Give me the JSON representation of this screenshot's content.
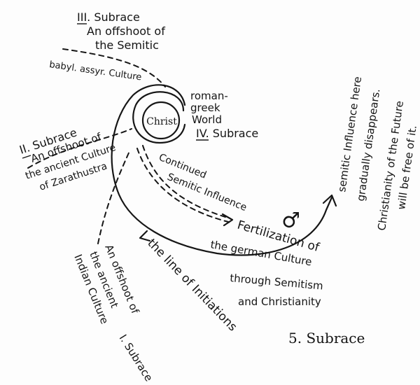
{
  "diagram": {
    "center": {
      "label": "Christ"
    },
    "roman_greek": {
      "line1": "roman-",
      "line2": "greek",
      "line3": "World",
      "subrace": "IV. Subrace"
    },
    "subrace3": {
      "subrace": "III. Subrace",
      "line1": "An offshoot of",
      "line2": "the Semitic",
      "culture": "babyl. assyr. Culture"
    },
    "subrace2": {
      "subrace": "II. Subrace",
      "line1": "An offshoot of",
      "line2": "the ancient Culture",
      "line3": "of Zarathustra"
    },
    "subrace1": {
      "line1": "An offshoot of",
      "line2": "the ancient",
      "line3": "Indian Culture",
      "subrace": "I. Subrace"
    },
    "initiations": {
      "label": "the line of Initiations"
    },
    "semitic": {
      "line1": "Continued",
      "line2": "Semitic Influence"
    },
    "fertilization": {
      "line1": "Fertilization of",
      "line2": "the german Culture",
      "line3": "through Semitism",
      "line4": "and Christianity"
    },
    "subrace5": {
      "label": "5. Subrace"
    },
    "future": {
      "line1": "semitic Influence here",
      "line2": "gradually disappears.",
      "line3": "Christianity of the Future",
      "line4": "will be free of it."
    },
    "symbol": {
      "name": "mars-symbol",
      "glyph": "♂"
    },
    "colors": {
      "ink": "#161616",
      "paper": "#fdfdfd"
    }
  }
}
